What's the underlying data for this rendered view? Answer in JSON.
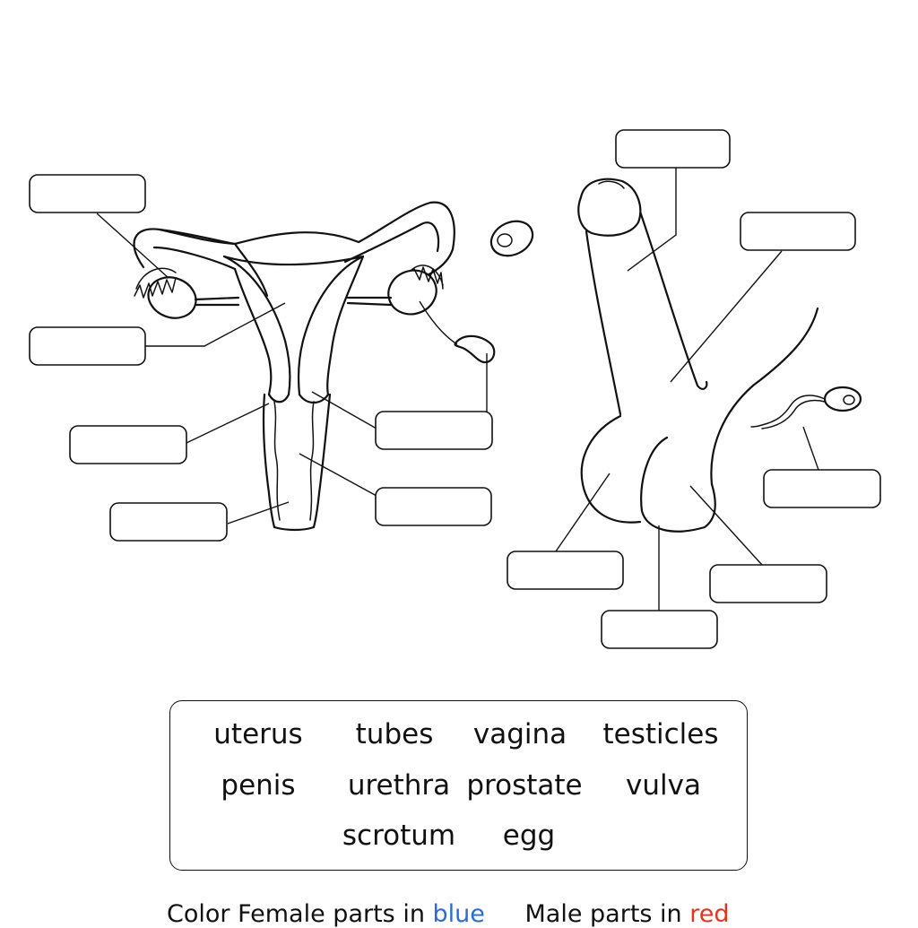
{
  "word_bank": {
    "words": [
      "uterus",
      "tubes",
      "vagina",
      "testicles",
      "penis",
      "urethra",
      "prostate",
      "vulva",
      "scrotum",
      "egg"
    ]
  },
  "instructions": {
    "lead": "Color",
    "female_text": "Female parts in",
    "female_color_word": "blue",
    "male_text": "Male parts in",
    "male_color_word": "red",
    "female_color": "#2b6cd4",
    "male_color": "#e8321e"
  },
  "icons": {
    "female": "female-reproductive-system-icon",
    "male": "male-reproductive-system-icon",
    "egg": "egg-cell-icon",
    "sperm": "sperm-cell-icon"
  }
}
